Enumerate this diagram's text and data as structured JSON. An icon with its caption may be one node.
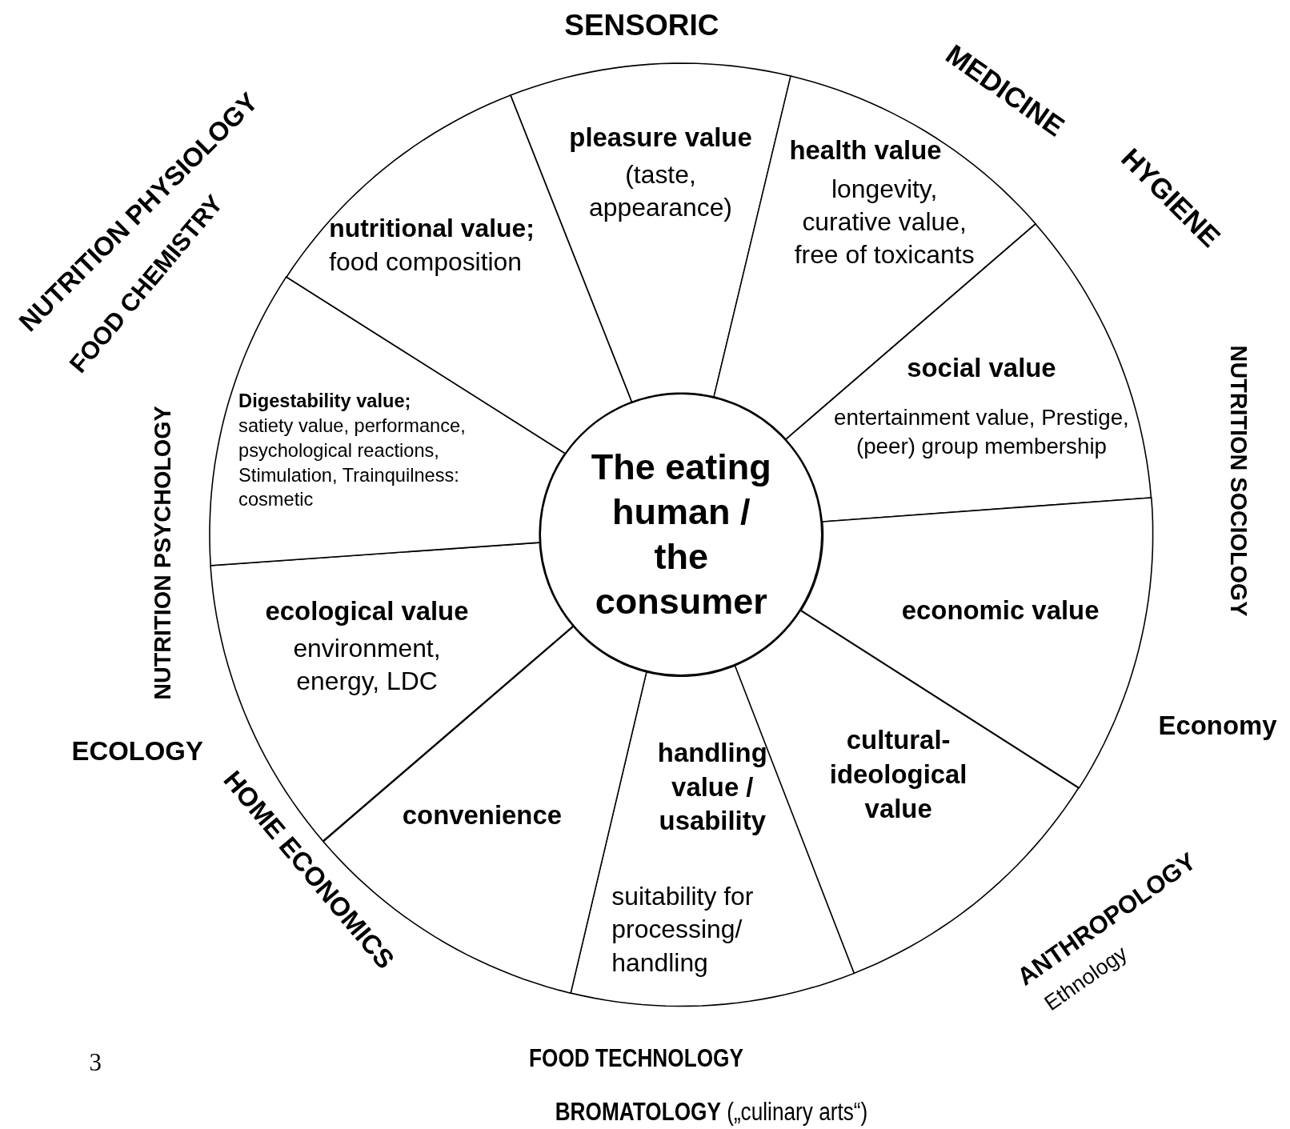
{
  "diagram": {
    "nodes": [
      {
        "text": [
          "The eating human / the consumer"
        ]
      },
      {
        "text": [
          "pleasure value",
          "(taste, appearance)"
        ]
      },
      {
        "text": [
          "health value",
          "longevity, curative value, free of toxicants"
        ]
      },
      {
        "text": [
          "social value",
          "entertainment value, Prestige, (peer) group membership"
        ]
      },
      {
        "text": [
          "economic value"
        ]
      },
      {
        "text": [
          "cultural-ideological value"
        ]
      },
      {
        "text": [
          "handling value / usability",
          "suitability for processing/ handling"
        ]
      },
      {
        "text": [
          "convenience"
        ]
      },
      {
        "text": [
          "ecological value",
          "environment, energy, LDC"
        ]
      },
      {
        "text": [
          "**Digestability value;** satiety value, performance, psychological reactions, Stimulation, Trainquilness: cosmetic"
        ]
      },
      {
        "text": [
          "**nutritional value;** food composition"
        ]
      }
    ],
    "labels": [
      "SENSORIC",
      "MEDICINE",
      "HYGIENE",
      "NUTRITION PHYSIOLOGY",
      "FOOD CHEMISTRY",
      "NUTRITION PSYCHOLOGY",
      "NUTRITION SOCIOLOGY",
      "Economy",
      "ECOLOGY",
      "HOME ECONOMICS",
      "ANTHROPOLOGY",
      "Ethnology",
      "3",
      "FOOD TECHNOLOGY",
      "**BROMATOLOGY** („culinary arts“)"
    ]
  }
}
